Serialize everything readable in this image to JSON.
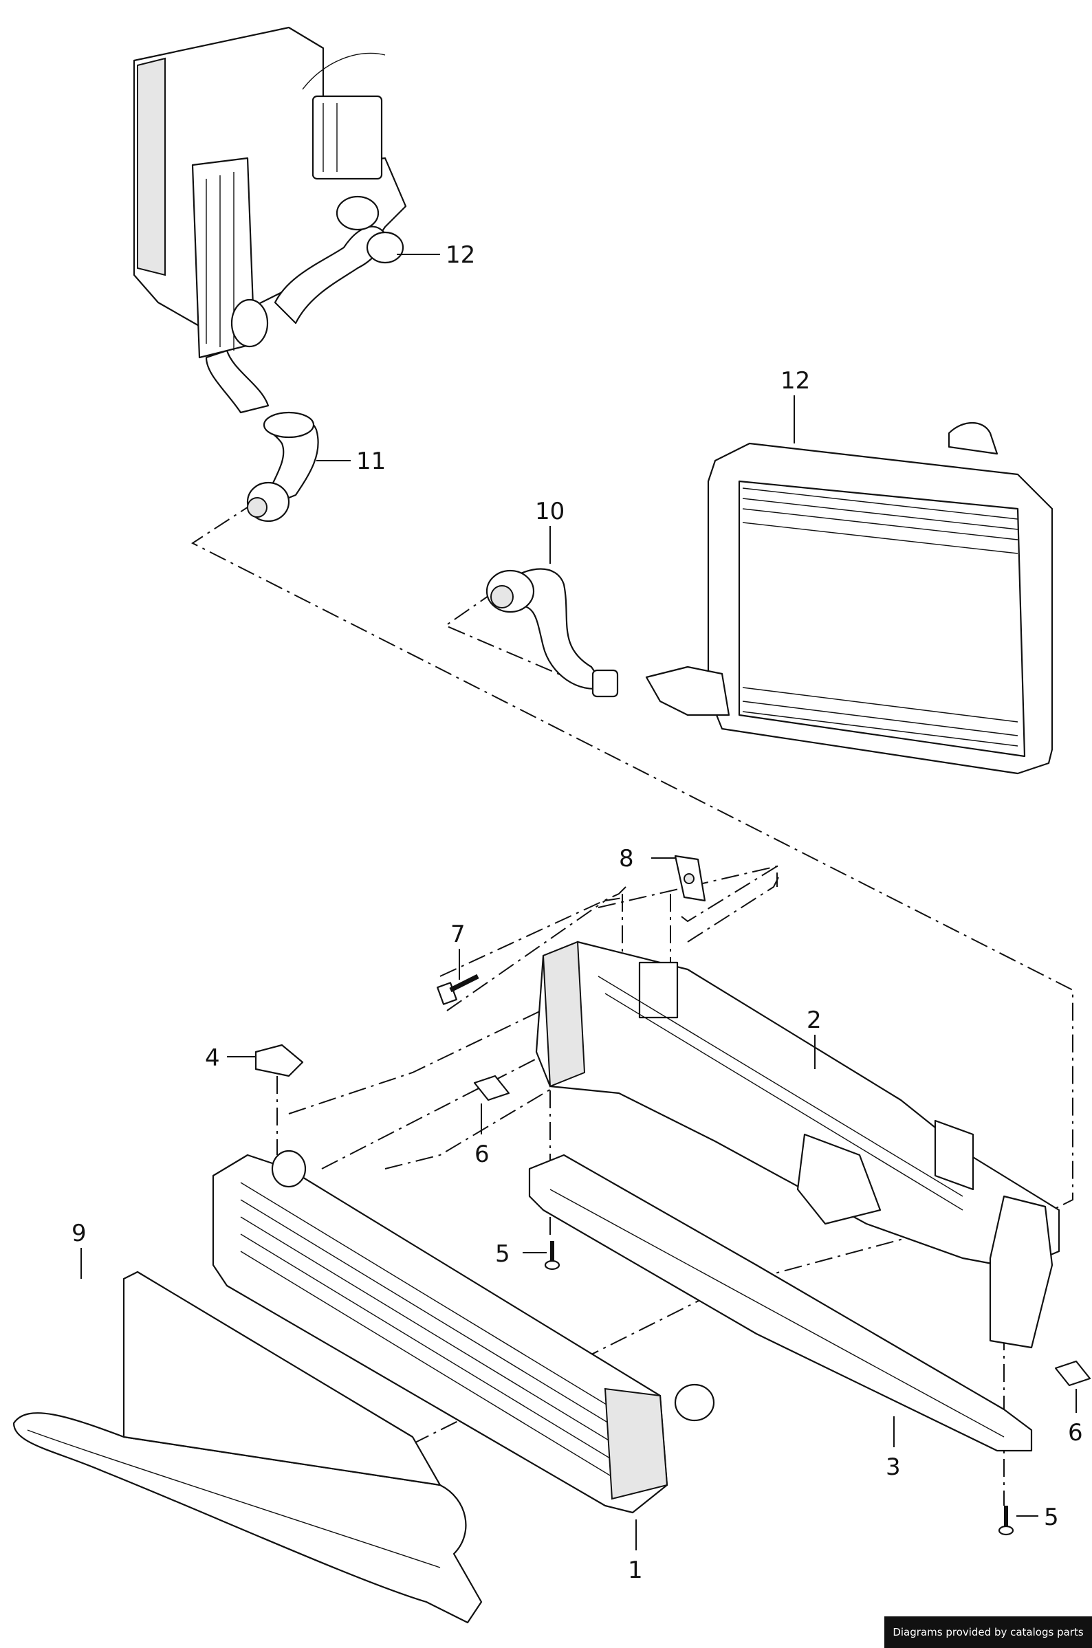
{
  "callouts": {
    "c12a": "12",
    "c12b": "12",
    "c11": "11",
    "c10": "10",
    "c8": "8",
    "c7": "7",
    "c2": "2",
    "c4": "4",
    "c6a": "6",
    "c6b": "6",
    "c5a": "5",
    "c5b": "5",
    "c9": "9",
    "c3": "3",
    "c1": "1"
  },
  "credit": "Diagrams provided by catalogs parts"
}
